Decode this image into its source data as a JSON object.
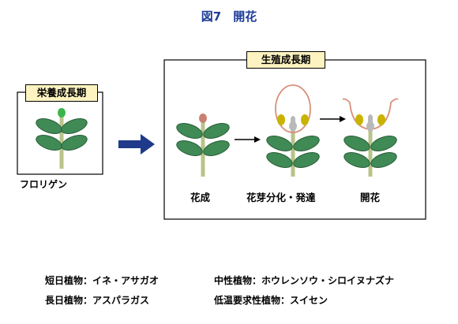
{
  "title": "図7　開花",
  "vegetative": {
    "label": "栄養成長期",
    "substance": "フロリゲン"
  },
  "reproductive": {
    "label": "生殖成長期",
    "stages": [
      "花成",
      "花芽分化・発達",
      "開花"
    ]
  },
  "notes": {
    "short_day": "短日植物：イネ・アサガオ",
    "day_neutral": "中性植物：ホウレンソウ・シロイヌナズナ",
    "long_day": "長日植物：アスパラガス",
    "vernalization": "低温要求性植物：スイセン"
  },
  "colors": {
    "leaf": "#3f8a55",
    "stem": "#b8c48a",
    "florigen_bud": "#3bb54a",
    "flower_bud": "#c98070",
    "petal_outline": "#d89078",
    "stamen": "#c8b400",
    "pistil": "#b9b9b9",
    "arrow_main": "#1f3a8a",
    "label_bg": "#fdf3c0"
  }
}
